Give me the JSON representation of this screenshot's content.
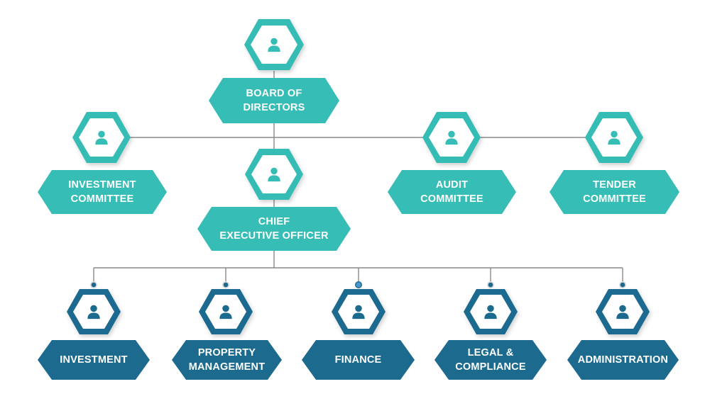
{
  "colors": {
    "teal": "#36BDB5",
    "teal_dark": "#2AA49D",
    "navy": "#1C6B8F",
    "navy_dark": "#175C7B",
    "line": "#8A8A8A",
    "dot_highlight": "#4A95C9"
  },
  "icons": {
    "person": "person-icon"
  },
  "board": {
    "label": "BOARD OF\nDIRECTORS"
  },
  "committees": [
    {
      "id": "investment-committee",
      "label": "INVESTMENT\nCOMMITTEE"
    },
    {
      "id": "audit-committee",
      "label": "AUDIT\nCOMMITTEE"
    },
    {
      "id": "tender-committee",
      "label": "TENDER\nCOMMITTEE"
    }
  ],
  "ceo": {
    "label": "CHIEF\nEXECUTIVE OFFICER"
  },
  "departments": [
    {
      "id": "investment",
      "label": "INVESTMENT"
    },
    {
      "id": "property-management",
      "label": "PROPERTY\nMANAGEMENT"
    },
    {
      "id": "finance",
      "label": "FINANCE"
    },
    {
      "id": "legal-compliance",
      "label": "LEGAL &\nCOMPLIANCE"
    },
    {
      "id": "administration",
      "label": "ADMINISTRATION"
    }
  ]
}
